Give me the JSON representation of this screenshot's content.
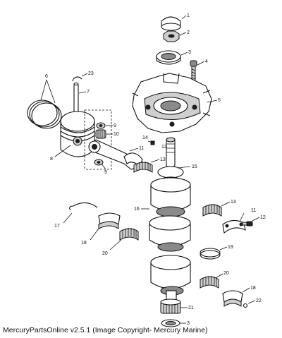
{
  "caption": "MercuryPartsOnline v2.5.1 (Image Copyright- Mercury Marine)",
  "callouts": [
    {
      "id": "c1",
      "label": "1"
    },
    {
      "id": "c2",
      "label": "2"
    },
    {
      "id": "c3",
      "label": "3"
    },
    {
      "id": "c4",
      "label": "4"
    },
    {
      "id": "c5",
      "label": "5"
    },
    {
      "id": "c6",
      "label": "6"
    },
    {
      "id": "c7",
      "label": "7"
    },
    {
      "id": "c8",
      "label": "8"
    },
    {
      "id": "c9a",
      "label": "9"
    },
    {
      "id": "c10",
      "label": "10"
    },
    {
      "id": "c9b",
      "label": "9"
    },
    {
      "id": "c11a",
      "label": "11"
    },
    {
      "id": "c12",
      "label": "12"
    },
    {
      "id": "c13a",
      "label": "13"
    },
    {
      "id": "c14",
      "label": "14"
    },
    {
      "id": "c15",
      "label": "15"
    },
    {
      "id": "c16",
      "label": "16"
    },
    {
      "id": "c13b",
      "label": "13"
    },
    {
      "id": "c11b",
      "label": "11"
    },
    {
      "id": "c12b",
      "label": "12"
    },
    {
      "id": "c17",
      "label": "17"
    },
    {
      "id": "c18a",
      "label": "18"
    },
    {
      "id": "c19",
      "label": "19"
    },
    {
      "id": "c20a",
      "label": "20"
    },
    {
      "id": "c20b",
      "label": "20"
    },
    {
      "id": "c18b",
      "label": "18"
    },
    {
      "id": "c21",
      "label": "21"
    },
    {
      "id": "c22",
      "label": "22"
    },
    {
      "id": "c23",
      "label": "23"
    },
    {
      "id": "c3b",
      "label": "3"
    }
  ]
}
